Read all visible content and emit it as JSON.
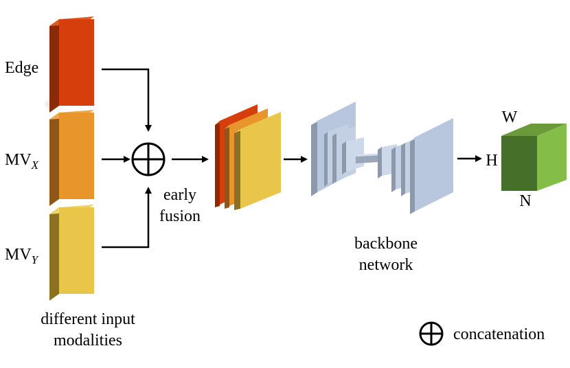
{
  "inputs": [
    {
      "label": "Edge",
      "sub": "",
      "color": "#d63f0b"
    },
    {
      "label": "MV",
      "sub": "X",
      "color": "#e8962b"
    },
    {
      "label": "MV",
      "sub": "Y",
      "color": "#e9c64a"
    }
  ],
  "labels": {
    "inputs_caption_line1": "different input",
    "inputs_caption_line2": "modalities",
    "fusion_line1": "early",
    "fusion_line2": "fusion",
    "backbone_line1": "backbone",
    "backbone_line2": "network",
    "dim_w": "W",
    "dim_h": "H",
    "dim_n": "N",
    "legend": "concatenation"
  },
  "icons": {
    "concat": "circle-plus-icon"
  },
  "colors": {
    "edge": "#d63f0b",
    "mvx": "#e8962b",
    "mvy": "#e9c64a",
    "network": "#b8c7de",
    "cube_front": "#46702a",
    "cube_top": "#6a9a3a",
    "cube_side": "#84be48"
  }
}
